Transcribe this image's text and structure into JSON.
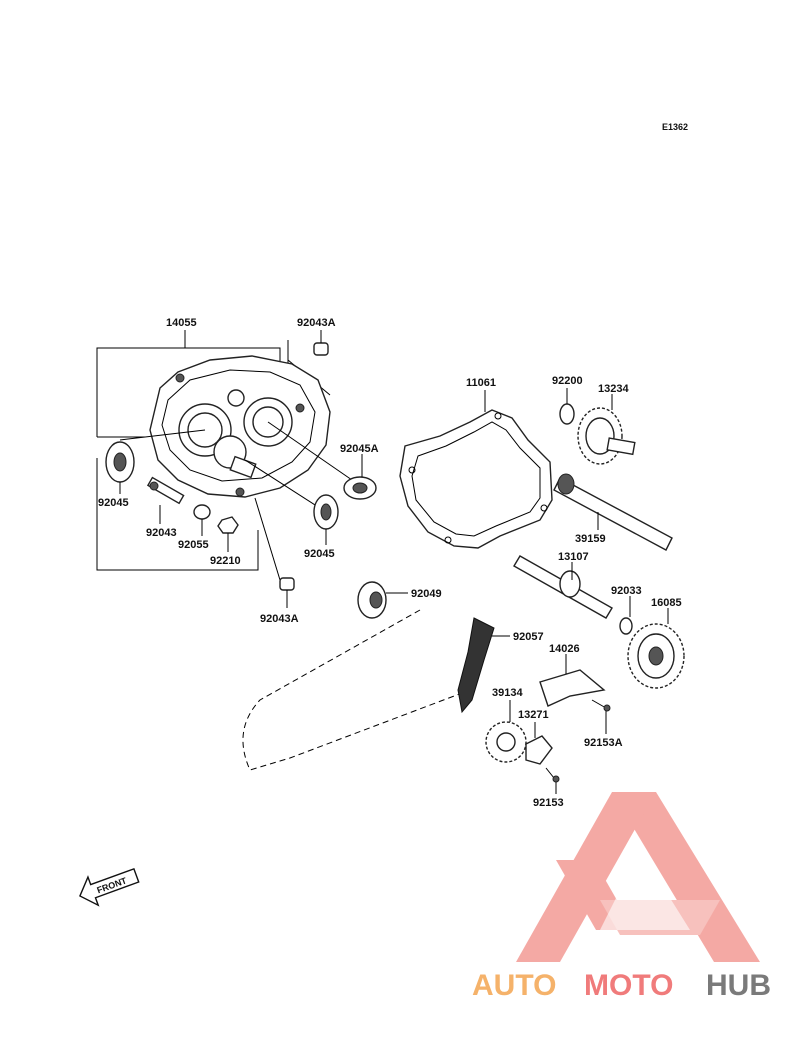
{
  "diagram_code": "E1362",
  "parts": {
    "p14055": "14055",
    "p92043A_top": "92043A",
    "p92045_left": "92045",
    "p92043": "92043",
    "p92055": "92055",
    "p92210": "92210",
    "p92045_right": "92045",
    "p92045A": "92045A",
    "p92043A_bottom": "92043A",
    "p11061": "11061",
    "p92200": "92200",
    "p13234": "13234",
    "p39159": "39159",
    "p13107": "13107",
    "p92033": "92033",
    "p16085": "16085",
    "p92049": "92049",
    "p92057": "92057",
    "p14026": "14026",
    "p39134": "39134",
    "p13271": "13271",
    "p92153A": "92153A",
    "p92153": "92153"
  },
  "front_label": "FRONT",
  "watermark": {
    "part1": "AUTO",
    "part2": "MOTO",
    "part3": "HUB",
    "color_orange": "#f5b26a",
    "color_red": "#f07b7b",
    "color_gray": "#7a7a7a"
  }
}
